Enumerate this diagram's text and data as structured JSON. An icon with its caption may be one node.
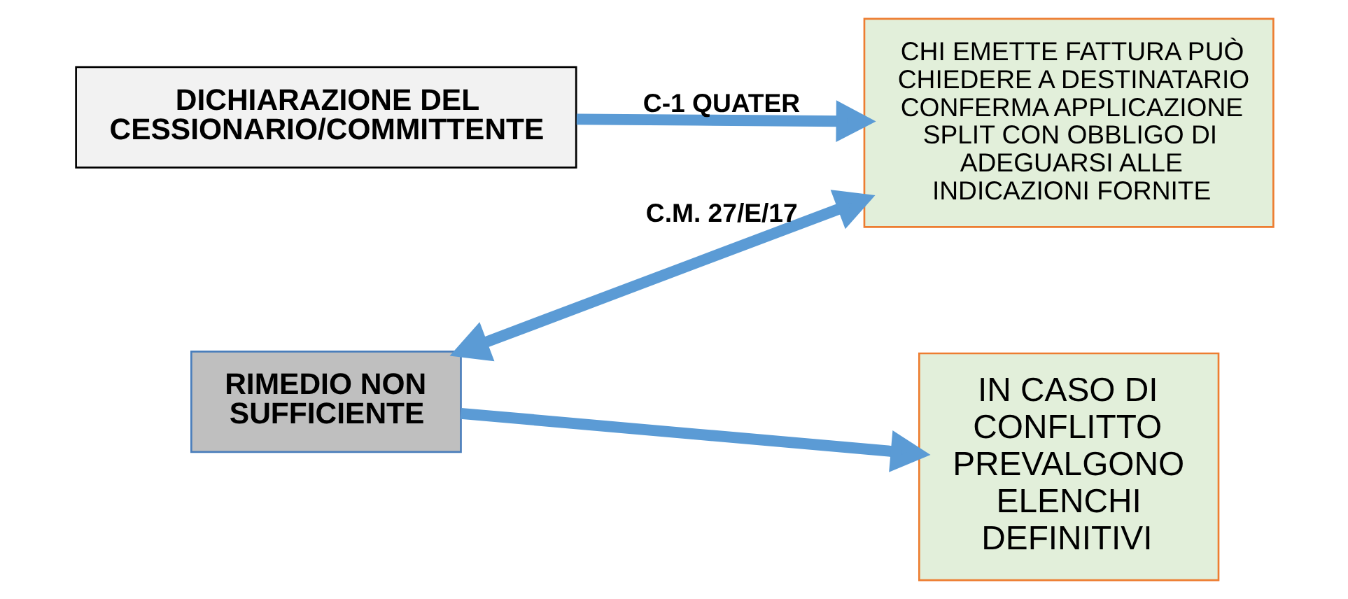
{
  "diagram": {
    "nodes": [
      {
        "text": [
          "DICHIARAZIONE DEL CESSIONARIO/COMMITTENTE"
        ]
      },
      {
        "text": [
          "CHI EMETTE FATTURA PUÒ CHIEDERE A DESTINATARIO CONFERMA APPLICAZIONE SPLIT CON OBBLIGO DI ADEGUARSI ALLE INDICAZIONI FORNITE"
        ]
      },
      {
        "text": [
          "IN CASO DI CONFLITTO PREVALGONO ELENCHI DEFINITIVI"
        ]
      },
      {
        "text": [
          "RIMEDIO NON SUFFICIENTE"
        ]
      }
    ],
    "edges": [
      {
        "from": 0,
        "to": 1,
        "arrow": "to",
        "label": "C-1 QUATER"
      },
      {
        "from": 3,
        "to": 1,
        "arrow": "both",
        "label": "C.M. 27/E/17"
      },
      {
        "from": 3,
        "to": 2,
        "arrow": "to"
      }
    ]
  }
}
